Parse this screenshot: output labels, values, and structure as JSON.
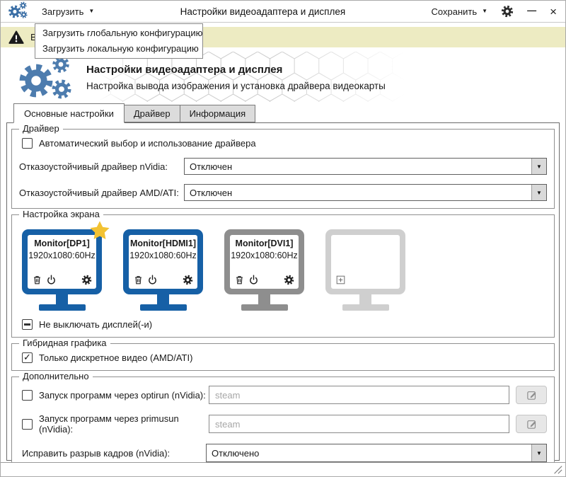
{
  "window": {
    "title": "Настройки видеоадаптера и дисплея"
  },
  "toolbar": {
    "load_label": "Загрузить",
    "save_label": "Сохранить"
  },
  "icons": {
    "chevron_down": "▼",
    "close": "×",
    "minimize": "—"
  },
  "load_menu": {
    "items": [
      {
        "label": "Загрузить глобальную конфигурацию"
      },
      {
        "label": "Загрузить локальную конфигурацию"
      }
    ]
  },
  "warning": {
    "visible_text": "В"
  },
  "header": {
    "title": "Настройки видеоадаптера и дисплея",
    "subtitle": "Настройка вывода изображения и установка драйвера видеокарты"
  },
  "tabs": [
    {
      "label": "Основные настройки",
      "active": true
    },
    {
      "label": "Драйвер",
      "active": false
    },
    {
      "label": "Информация",
      "active": false
    }
  ],
  "driver_group": {
    "title": "Драйвер",
    "auto_checkbox_label": "Автоматический выбор и использование драйвера",
    "auto_checked": false,
    "nvidia_label": "Отказоустойчивый драйвер nVidia:",
    "nvidia_value": "Отключен",
    "amd_label": "Отказоустойчивый драйвер AMD/ATI:",
    "amd_value": "Отключен"
  },
  "screen_group": {
    "title": "Настройка экрана",
    "monitors": [
      {
        "name": "Monitor[DP1]",
        "mode": "1920x1080:60Hz",
        "primary": true,
        "frame": "blue"
      },
      {
        "name": "Monitor[HDMI1]",
        "mode": "1920x1080:60Hz",
        "primary": false,
        "frame": "blue"
      },
      {
        "name": "Monitor[DVI1]",
        "mode": "1920x1080:60Hz",
        "primary": false,
        "frame": "gray"
      },
      {
        "name": "",
        "mode": "",
        "primary": false,
        "frame": "empty"
      }
    ],
    "keep_on_label": "Не выключать дисплей(-и)",
    "keep_on_state": "indeterminate"
  },
  "hybrid_group": {
    "title": "Гибридная графика",
    "discrete_label": "Только дискретное видео (AMD/ATI)",
    "discrete_checked": true
  },
  "extra_group": {
    "title": "Дополнительно",
    "optirun_label": "Запуск программ через optirun (nVidia):",
    "optirun_placeholder": "steam",
    "optirun_checked": false,
    "primusun_label": "Запуск программ через primusun (nVidia):",
    "primusun_placeholder": "steam",
    "primusun_checked": false,
    "tearing_label": "Исправить разрыв кадров (nVidia):",
    "tearing_value": "Отключено"
  },
  "colors": {
    "warning-bg": "#edebc2",
    "monitor-blue": "#1660a6",
    "monitor-gray": "#8e8e8e",
    "monitor-empty": "#cfcfcf",
    "star-gold": "#f2c233",
    "gear-blue": "#4d7cae"
  }
}
